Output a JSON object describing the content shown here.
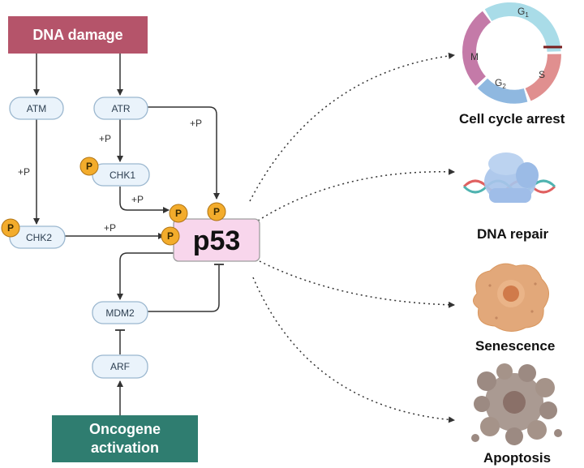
{
  "nodes": {
    "dna_damage": "DNA damage",
    "atm": "ATM",
    "atr": "ATR",
    "chk1": "CHK1",
    "chk2": "CHK2",
    "p53": "p53",
    "mdm2": "MDM2",
    "arf": "ARF",
    "oncogene_line1": "Oncogene",
    "oncogene_line2": "activation"
  },
  "edge_labels": {
    "atm_chk2": "+P",
    "atr_chk1": "+P",
    "atr_p53": "+P",
    "chk1_p53": "+P",
    "chk2_p53": "+P"
  },
  "phospho_badge": "P",
  "cell_cycle_phases": {
    "g1": "G",
    "g1_sub": "1",
    "s": "S",
    "g2": "G",
    "g2_sub": "2",
    "m": "M"
  },
  "outcomes": {
    "cell_cycle_arrest": "Cell cycle arrest",
    "dna_repair": "DNA repair",
    "senescence": "Senescence",
    "apoptosis": "Apoptosis"
  },
  "colors": {
    "dna_damage_fill": "#b5546a",
    "oncogene_fill": "#2f7d70",
    "protein_fill": "#eaf3fb",
    "protein_stroke": "#9bb7cf",
    "p53_fill": "#f8d6ec",
    "p53_stroke": "#9e9e9e",
    "phospho_fill": "#f3ac2c",
    "phospho_stroke": "#b07414",
    "g1_arc": "#a9dce8",
    "s_arc": "#e08f8f",
    "g2_arc": "#8fb8e0",
    "m_arc": "#c47aa8",
    "repair_protein": "#a8c4ea",
    "senescence_cell": "#e2a87a",
    "apoptosis_cell": "#9c8a82"
  }
}
